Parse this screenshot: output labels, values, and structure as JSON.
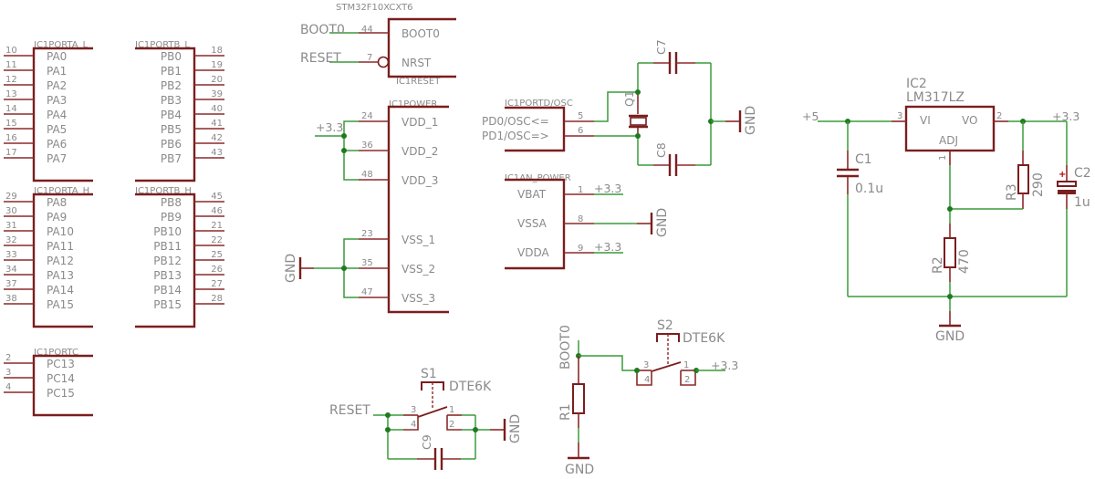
{
  "colors": {
    "part": "#7a1e1e",
    "pin": "#8b2a2a",
    "wire": "#3a9a3a",
    "junction": "#1f7a1f",
    "text": "#8a8a8a",
    "background": "#ffffff"
  },
  "ic1_ports": {
    "porta_l": {
      "label": "IC1PORTA_L",
      "pins": [
        {
          "num": "10",
          "name": "PA0"
        },
        {
          "num": "11",
          "name": "PA1"
        },
        {
          "num": "12",
          "name": "PA2"
        },
        {
          "num": "13",
          "name": "PA3"
        },
        {
          "num": "14",
          "name": "PA4"
        },
        {
          "num": "15",
          "name": "PA5"
        },
        {
          "num": "16",
          "name": "PA6"
        },
        {
          "num": "17",
          "name": "PA7"
        }
      ]
    },
    "portb_l": {
      "label": "IC1PORTB_L",
      "pins": [
        {
          "num": "18",
          "name": "PB0"
        },
        {
          "num": "19",
          "name": "PB1"
        },
        {
          "num": "20",
          "name": "PB2"
        },
        {
          "num": "39",
          "name": "PB3"
        },
        {
          "num": "40",
          "name": "PB4"
        },
        {
          "num": "41",
          "name": "PB5"
        },
        {
          "num": "42",
          "name": "PB6"
        },
        {
          "num": "43",
          "name": "PB7"
        }
      ]
    },
    "porta_h": {
      "label": "IC1PORTA_H",
      "pins": [
        {
          "num": "29",
          "name": "PA8"
        },
        {
          "num": "30",
          "name": "PA9"
        },
        {
          "num": "31",
          "name": "PA10"
        },
        {
          "num": "32",
          "name": "PA11"
        },
        {
          "num": "33",
          "name": "PA12"
        },
        {
          "num": "34",
          "name": "PA13"
        },
        {
          "num": "37",
          "name": "PA14"
        },
        {
          "num": "38",
          "name": "PA15"
        }
      ]
    },
    "portb_h": {
      "label": "IC1PORTB_H",
      "pins": [
        {
          "num": "45",
          "name": "PB8"
        },
        {
          "num": "46",
          "name": "PB9"
        },
        {
          "num": "21",
          "name": "PB10"
        },
        {
          "num": "22",
          "name": "PB11"
        },
        {
          "num": "25",
          "name": "PB12"
        },
        {
          "num": "26",
          "name": "PB13"
        },
        {
          "num": "27",
          "name": "PB14"
        },
        {
          "num": "28",
          "name": "PB15"
        }
      ]
    },
    "portc": {
      "label": "IC1PORTC",
      "pins": [
        {
          "num": "2",
          "name": "PC13"
        },
        {
          "num": "3",
          "name": "PC14"
        },
        {
          "num": "4",
          "name": "PC15"
        }
      ]
    }
  },
  "ic1_reset": {
    "part_value": "STM32F10XCXT6",
    "label": "IC1RESET",
    "pins": [
      {
        "num": "44",
        "name": "BOOT0",
        "net": "BOOT0"
      },
      {
        "num": "7",
        "name": "NRST",
        "net": "RESET"
      }
    ]
  },
  "ic1_power": {
    "label": "IC1POWER",
    "pins": [
      {
        "num": "24",
        "name": "VDD_1"
      },
      {
        "num": "36",
        "name": "VDD_2"
      },
      {
        "num": "48",
        "name": "VDD_3"
      },
      {
        "num": "23",
        "name": "VSS_1"
      },
      {
        "num": "35",
        "name": "VSS_2"
      },
      {
        "num": "47",
        "name": "VSS_3"
      }
    ],
    "vdd_net": "+3.3",
    "vss_net": "GND"
  },
  "ic1_osc": {
    "label": "IC1PORTD/OSC",
    "pins": [
      {
        "num": "5",
        "name": "PD0/OSC<="
      },
      {
        "num": "6",
        "name": "PD1/OSC=>"
      }
    ],
    "crystal": "Q1",
    "caps": [
      "C7",
      "C8"
    ],
    "gnd": "GND"
  },
  "ic1_an_power": {
    "label": "IC1AN_POWER",
    "pins": [
      {
        "num": "1",
        "name": "VBAT",
        "net": "+3.3"
      },
      {
        "num": "8",
        "name": "VSSA",
        "net": "GND"
      },
      {
        "num": "9",
        "name": "VDDA",
        "net": "+3.3"
      }
    ]
  },
  "regulator": {
    "name": "IC2",
    "value": "LM317LZ",
    "pins": [
      {
        "num": "3",
        "name": "VI"
      },
      {
        "num": "2",
        "name": "VO"
      },
      {
        "num": "1",
        "name": "ADJ"
      }
    ],
    "input_net": "+5",
    "output_net": "+3.3",
    "c1": {
      "name": "C1",
      "value": "0.1u"
    },
    "c2": {
      "name": "C2",
      "value": "1u",
      "polarity": "+"
    },
    "r3": {
      "name": "R3",
      "value": "290"
    },
    "r2": {
      "name": "R2",
      "value": "470"
    },
    "gnd": "GND"
  },
  "reset_switch": {
    "name": "S1",
    "value": "DTE6K",
    "net": "RESET",
    "pins": [
      "3",
      "4",
      "1",
      "2"
    ],
    "cap": "C9",
    "gnd": "GND"
  },
  "boot_switch": {
    "name": "S2",
    "value": "DTE6K",
    "net": "BOOT0",
    "pins": [
      "3",
      "4",
      "1",
      "2"
    ],
    "supply": "+3.3",
    "resistor": "R1",
    "gnd": "GND"
  }
}
